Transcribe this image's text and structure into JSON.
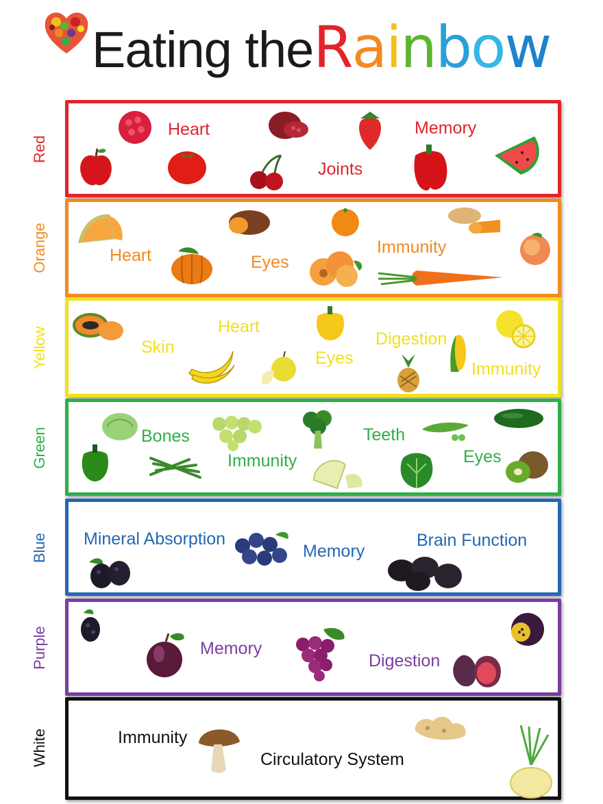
{
  "title": {
    "main": "Eating the",
    "rainbow_letters": [
      "R",
      "a",
      "i",
      "n",
      "b",
      "o",
      "w"
    ],
    "rainbow_colors": [
      "#e2252b",
      "#f28a1f",
      "#f2c01d",
      "#5bb531",
      "#2a9fd8",
      "#35b6e6",
      "#1f84c9"
    ]
  },
  "logo": {
    "icon": "fruit-heart-icon"
  },
  "bands": [
    {
      "label": "Red",
      "color": "#e2252b",
      "benefits": [
        "Heart",
        "Memory",
        "Joints"
      ],
      "foods": [
        "raspberry",
        "pomegranate",
        "strawberry",
        "apple",
        "tomato",
        "cherries",
        "red-pepper",
        "watermelon"
      ]
    },
    {
      "label": "Orange",
      "color": "#f28a1f",
      "benefits": [
        "Heart",
        "Eyes",
        "Immunity"
      ],
      "foods": [
        "cantaloupe",
        "sweet-potato",
        "orange",
        "butternut-squash",
        "pumpkin",
        "apricots",
        "carrot",
        "peach"
      ]
    },
    {
      "label": "Yellow",
      "color": "#f2e01d",
      "benefits": [
        "Skin",
        "Heart",
        "Eyes",
        "Digestion",
        "Immunity"
      ],
      "foods": [
        "papaya",
        "banana",
        "yellow-apple",
        "yellow-pepper",
        "pineapple",
        "corn",
        "grapefruit"
      ]
    },
    {
      "label": "Green",
      "color": "#2fae4a",
      "benefits": [
        "Bones",
        "Immunity",
        "Teeth",
        "Eyes"
      ],
      "foods": [
        "cabbage",
        "green-pepper",
        "green-beans",
        "green-grapes",
        "broccoli",
        "honeydew",
        "lettuce",
        "peas",
        "cucumber",
        "kiwi"
      ]
    },
    {
      "label": "Blue",
      "color": "#2467b3",
      "benefits": [
        "Mineral Absorption",
        "Memory",
        "Brain Function"
      ],
      "foods": [
        "blackberries",
        "blueberries",
        "prunes"
      ]
    },
    {
      "label": "Purple",
      "color": "#7a3ea0",
      "benefits": [
        "Memory",
        "Digestion"
      ],
      "foods": [
        "blackberry",
        "plum",
        "grapes",
        "fig",
        "passion-fruit"
      ]
    },
    {
      "label": "White",
      "color": "#111111",
      "benefits": [
        "Immunity",
        "Circulatory System"
      ],
      "foods": [
        "mushroom",
        "ginger",
        "onion"
      ]
    }
  ]
}
